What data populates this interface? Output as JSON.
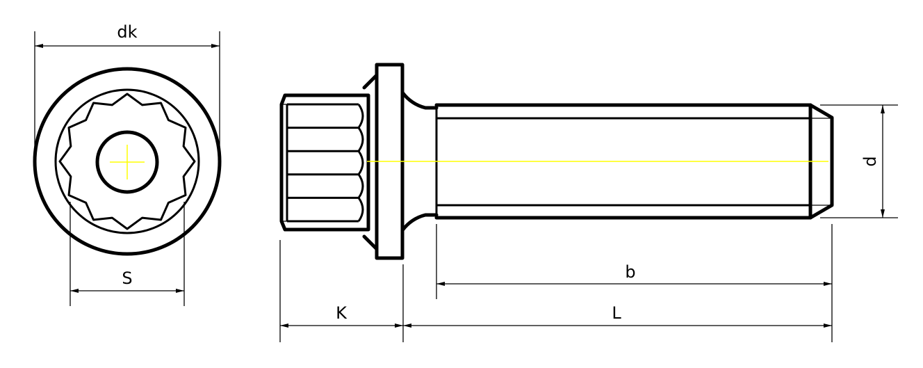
{
  "labels": {
    "dk": "dk",
    "s": "S",
    "k": "K",
    "b": "b",
    "l": "L",
    "d": "d"
  },
  "colors": {
    "outline": "#000000",
    "centerline": "#ffff00",
    "background": "#ffffff"
  },
  "icons": {
    "arrowhead": "dimension-arrow"
  }
}
